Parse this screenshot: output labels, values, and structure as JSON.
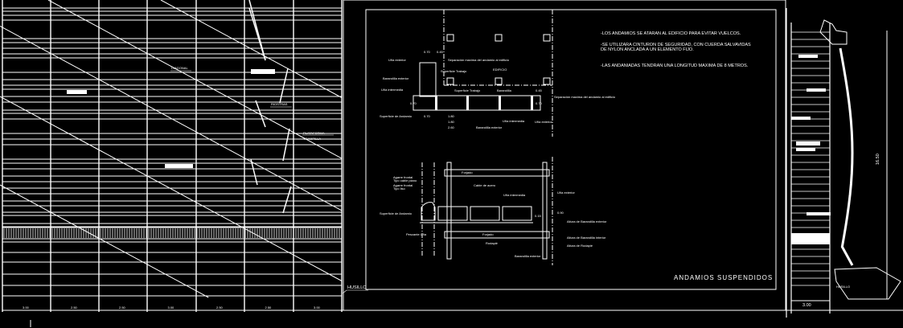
{
  "colors": {
    "background": "#000000",
    "lines": "#ffffff"
  },
  "elevation": {
    "labels": {
      "diagonal": "DIAGONAL",
      "riostras": "RIOSTRAS",
      "plataforma": "PLATAFORMA",
      "trampilla": "TRAMPILLA",
      "husillo": "HUSILLO"
    },
    "bay_dimensions": [
      "3.00",
      "2.50",
      "2.50",
      "3.00",
      "2.50",
      "2.50",
      "3.00"
    ]
  },
  "notes": {
    "line1": "-LOS ANDAMIOS SE ATARAN AL EDIFICIO PARA EVITAR VUELCOS.",
    "line2a": "-SE UTILIZARA CINTURON DE SEGURIDAD, CON CUERDA SALVAVIDAS",
    "line2b": " DE NYLON ANCLADA A UN ELEMENTO FIJO.",
    "line3": "-LAS ANDANIADAS TENDRAN UNA LONGITUD MAXIMA DE 8 METROS."
  },
  "plan_detail": {
    "edificio": "EDIFICIO",
    "una_exterior": "Uña exterior",
    "barandilla_exterior": "Barandilla exterior",
    "una_intermedia": "Uña intermedia",
    "superficie_andamio": "Superficie de Andamio",
    "separacion_top": "Separación maxima del andamio al edificio",
    "separacion_right": "Separación maxima del andamio al edificio",
    "superficie_trabajo_1": "Superficie Trabajo",
    "superficie_trabajo_2": "Superficie Trabajo",
    "barandilla": "Barandilla",
    "barandilla_exterior_b": "Barandilla exterior",
    "una_intermedia_b": "Uña intermedia",
    "una_exterior_b": "Uña exterior",
    "dims": [
      "0.70",
      "0.45",
      "0.70",
      "0.70",
      "1.80",
      "1.80",
      "2.60",
      "0.45",
      "0.70"
    ]
  },
  "section_detail": {
    "forjado_top": "Forjado",
    "forjado_bottom": "Forjado",
    "agarre_1": "Agarre frontal",
    "agarre_1b": "Tipo cable plano",
    "agarre_2": "Agarre frontal",
    "agarre_2b": "Tipo liso",
    "cable_acero": "Cable de acero",
    "una_intermedia": "Uña intermedia",
    "una_exterior": "Uña exterior",
    "superficie_andamio": "Superficie de Andamio",
    "pescante": "Pescante Uña",
    "rodapie": "Rodapié",
    "barandilla_exterior": "Barandilla exterior",
    "altura_barandilla_exterior": "Altura de Barandilla exterior",
    "altura_barandilla_interior": "Altura de Barandilla interior",
    "altura_rodapie": "Altura de Rodapié",
    "dim_a": "0.90",
    "dim_b": "0.15"
  },
  "title": {
    "word1": "ANDAMIOS",
    "word2": "SUSPENDIDOS"
  },
  "side_view": {
    "height_dim": "16.50",
    "width_dim": "3.00",
    "husillo": "HUSILLO"
  }
}
